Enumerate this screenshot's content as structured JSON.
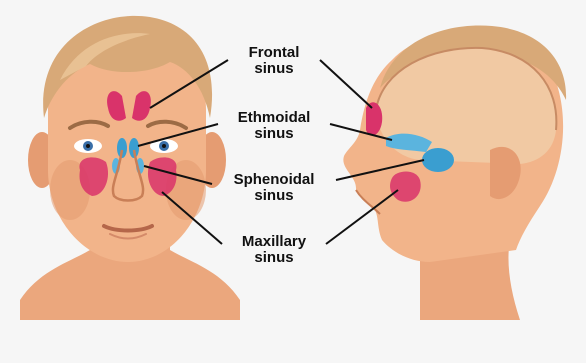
{
  "labels": {
    "frontal": {
      "line1": "Frontal",
      "line2": "sinus"
    },
    "ethmoidal": {
      "line1": "Ethmoidal",
      "line2": "sinus"
    },
    "sphenoidal": {
      "line1": "Sphenoidal",
      "line2": "sinus"
    },
    "maxillary": {
      "line1": "Maxillary",
      "line2": "sinus"
    }
  },
  "colors": {
    "skin": "#f2b48a",
    "skin_shadow": "#d98a62",
    "hair": "#d8a978",
    "sinus_pink": "#d9336a",
    "sinus_blue": "#3a9ed0",
    "brain_area": "#f1c9a3",
    "leader_line": "#111111"
  },
  "icons": [
    "front-face-illustration",
    "side-head-cutaway-illustration"
  ]
}
